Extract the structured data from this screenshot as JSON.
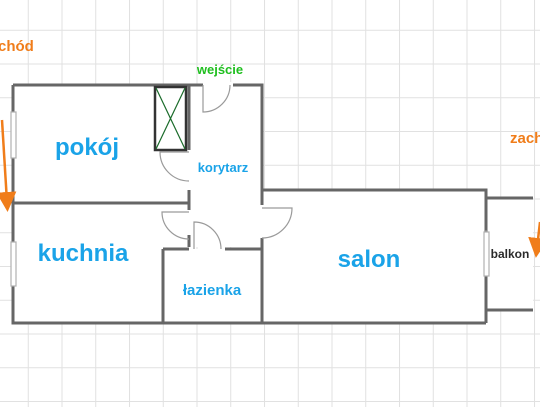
{
  "plan": {
    "rooms": {
      "pokoj": "pokój",
      "korytarz": "korytarz",
      "kuchnia": "kuchnia",
      "lazienka": "łazienka",
      "salon": "salon",
      "balkon": "balkon"
    },
    "entrance_label": "wejście",
    "direction_left": "chód",
    "direction_right": "zach"
  },
  "colors": {
    "room_label": "#1aa3e8",
    "dark_label": "#2a2a2a",
    "entrance": "#1fbf1f",
    "direction": "#f07d1a",
    "wall": "#666666",
    "grid": "#e1e1e1",
    "window": "#b0b0b0",
    "shaft_line": "#1a6b2a"
  }
}
